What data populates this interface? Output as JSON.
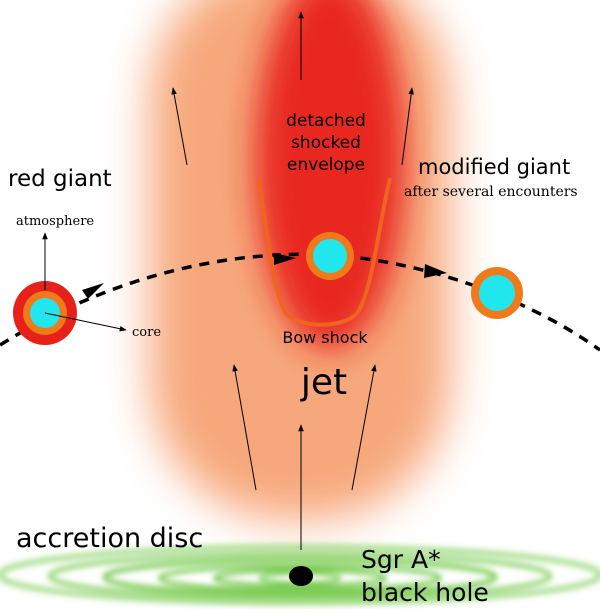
{
  "labels": {
    "red_giant": "red giant",
    "atmosphere": "atmosphere",
    "core": "core",
    "detached_line1": "detached",
    "detached_line2": "shocked",
    "detached_line3": "envelope",
    "modified_giant": "modified giant",
    "after_encounters": "after several encounters",
    "bow_shock": "Bow shock",
    "jet": "jet",
    "accretion_disc": "accretion disc",
    "sgr_line1": "Sgr A*",
    "sgr_line2": "black hole"
  },
  "colors": {
    "jet_outer": "#f6a070",
    "jet_inner": "#e8241e",
    "bow_shock": "#f0641e",
    "star_outer_red": "#e8201a",
    "star_ring_orange": "#f07a1a",
    "star_core": "#22e6ee",
    "disc_green": "#6cc640",
    "black_hole": "#000000"
  }
}
